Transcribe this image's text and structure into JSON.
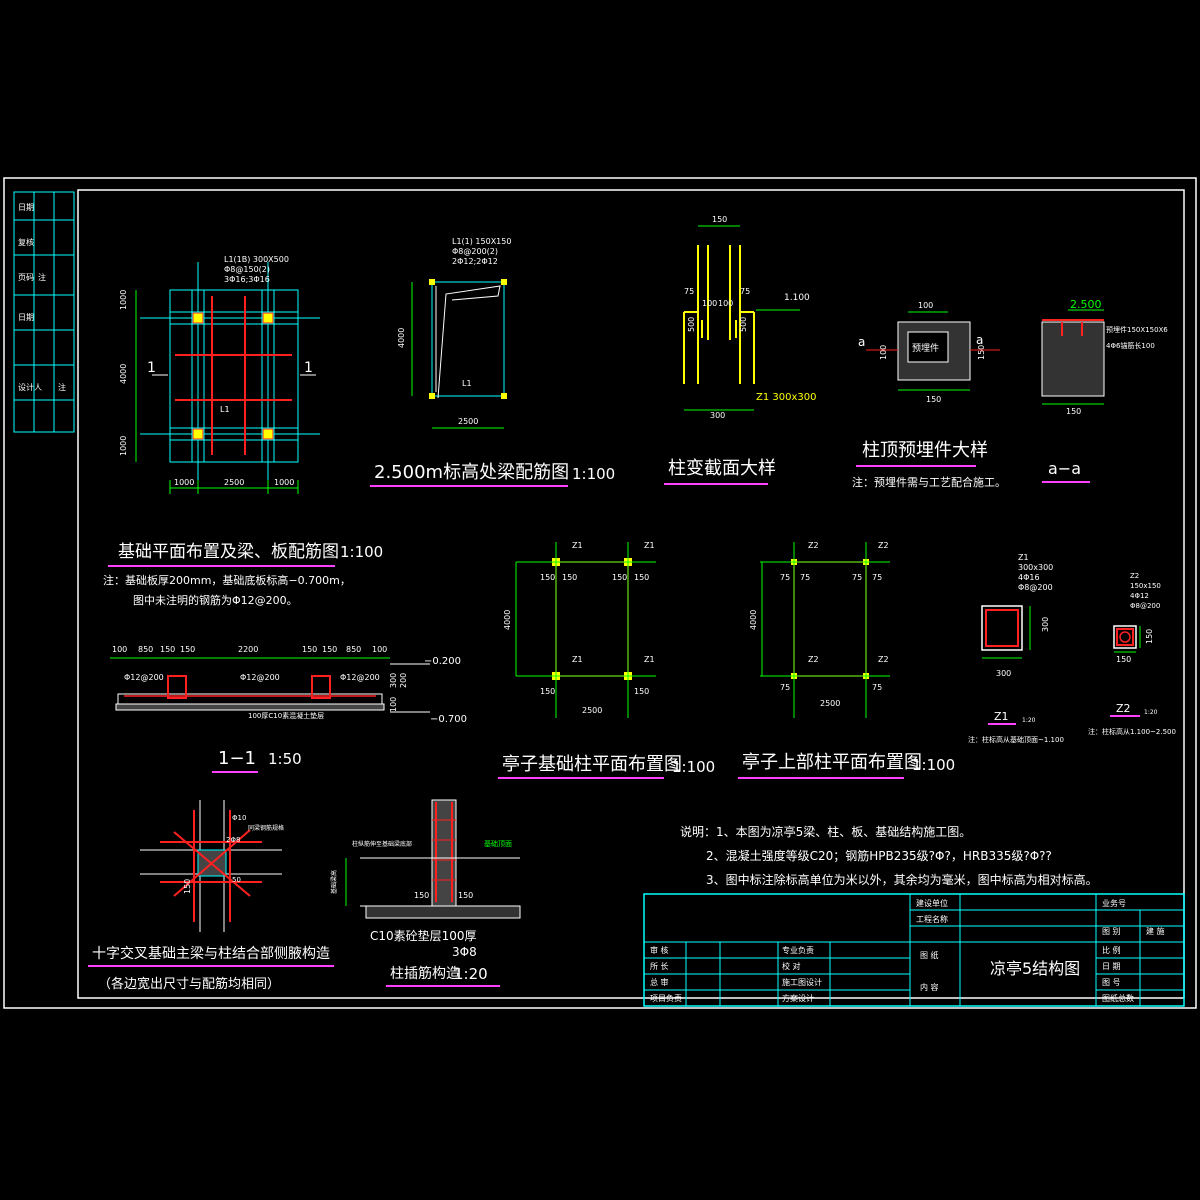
{
  "colors": {
    "background": "#000000",
    "frame": "#ffffff",
    "grid": "#00ffff",
    "rebar": "#ff2020",
    "dimension": "#00ff00",
    "column": "#ffff00",
    "title_underline": "#ff40ff"
  },
  "left_strip": {
    "cells": [
      "日期",
      "复核",
      "页码",
      "注",
      "日期",
      "设计人",
      "注"
    ]
  },
  "plan1": {
    "title": "基础平面布置及梁、板配筋图",
    "scale": "1:100",
    "note1": "注：基础板厚200mm，基础底板标高−0.700m，",
    "note2": "图中未注明的钢筋为Φ12@200。",
    "beam_label": "L1(1B) 300X500",
    "beam_l2": "Φ8@150(2)",
    "beam_l3": "3Φ16;3Φ16",
    "dim_top": "1000",
    "dim_mid": "4000",
    "dim_bot": "1000",
    "dim_b1": "1000",
    "dim_b2": "2500",
    "dim_b3": "1000",
    "sec_mark": "1",
    "l1": "L1"
  },
  "plan2": {
    "title": "2.500m标高处梁配筋图",
    "scale": "1:100",
    "beam_label": "L1(1) 150X150",
    "beam_l2": "Φ8@200(2)",
    "beam_l3": "2Φ12;2Φ12",
    "dim_v": "4000",
    "dim_h": "2500",
    "l1": "L1"
  },
  "colsec": {
    "title": "柱变截面大样",
    "dim_top": "150",
    "dim_bot": "300",
    "d75a": "75",
    "d75b": "75",
    "d100a": "100",
    "d100b": "100",
    "d500a": "500",
    "d500b": "500",
    "elev": "1.100",
    "label": "Z1 300x300"
  },
  "embed": {
    "title": "柱顶预埋件大样",
    "note": "注：预埋件需与工艺配合施工。",
    "box": "预埋件",
    "dim_top": "100",
    "dim_bot": "150",
    "dim_l": "100",
    "dim_r": "150",
    "mark": "a",
    "aa_title": "a−a",
    "aa_elev": "2.500",
    "aa_n1": "预埋件150X150X6",
    "aa_n2": "4Φ6锚筋长100",
    "aa_dim": "150"
  },
  "sec11": {
    "title": "1−1",
    "scale": "1:50",
    "dims": [
      "100",
      "850",
      "150",
      "150",
      "2200",
      "150",
      "150",
      "850",
      "100"
    ],
    "r1": "Φ12@200",
    "r2": "Φ12@200",
    "r3": "Φ12@200",
    "elev1": "−0.200",
    "elev2": "−0.700",
    "bed": "100厚C10素混凝土垫层",
    "v300": "300",
    "v200": "200",
    "v100": "100"
  },
  "base_col": {
    "title": "亭子基础柱平面布置图",
    "scale": "1:100",
    "z": "Z1",
    "d150": "150",
    "dim_v": "4000",
    "dim_h": "2500"
  },
  "upper_col": {
    "title": "亭子上部柱平面布置图",
    "scale": "1:100",
    "z": "Z2",
    "d75": "75",
    "dim_v": "4000",
    "dim_h": "2500"
  },
  "z1": {
    "t1": "Z1",
    "t2": "300x300",
    "t3": "4Φ16",
    "t4": "Φ8@200",
    "dim_v": "300",
    "dim_h": "300",
    "title": "Z1",
    "sub": "1:20",
    "note": "注：柱标高从基础顶面~1.100"
  },
  "z2": {
    "t1": "Z2",
    "t2": "150x150",
    "t3": "4Φ12",
    "t4": "Φ8@200",
    "dim_v": "150",
    "dim_h": "150",
    "title": "Z2",
    "sub": "1:20",
    "note": "注：柱标高从1.100~2.500"
  },
  "cross": {
    "title": "十字交叉基础主梁与柱结合部侧腋构造",
    "sub": "（各边宽出尺寸与配筋均相同）",
    "r1": "Φ10",
    "r2": "同梁钢筋规格",
    "r3": "2Φ8",
    "d150": "150",
    "d50": "50"
  },
  "colroot": {
    "title": "柱插筋构造",
    "scale": "1:20",
    "n1": "柱纵筋伸至基础梁底部",
    "n2": "基础顶面",
    "n3": "基础梁高",
    "cushion": "C10素砼垫层100厚",
    "bar": "3Φ8",
    "d150a": "150",
    "d150b": "150"
  },
  "notes": {
    "l1": "说明：1、本图为凉亭5梁、柱、板、基础结构施工图。",
    "l2": "2、混凝土强度等级C20；钢筋HPB235级?Φ?，HRB335级?Φ??",
    "l3": "3、图中标注除标高单位为米以外，其余均为毫米，图中标高为相对标高。"
  },
  "title_block": {
    "c1": [
      "审 核",
      "所 长",
      "总 审",
      "项目负责"
    ],
    "c2": [
      "专业负责",
      "校 对",
      "施工图设计",
      "方案设计"
    ],
    "top_unit": "建设单位",
    "top_project": "工程名称",
    "drawing_lbl1": "图 纸",
    "drawing_lbl2": "内 容",
    "drawing_name": "凉亭5结构图",
    "r_head1": "业务号",
    "r_head2": "图 别",
    "r_head2b": "建 施",
    "r_rows": [
      "比 例",
      "日 期",
      "图 号",
      "图纸总数"
    ]
  }
}
